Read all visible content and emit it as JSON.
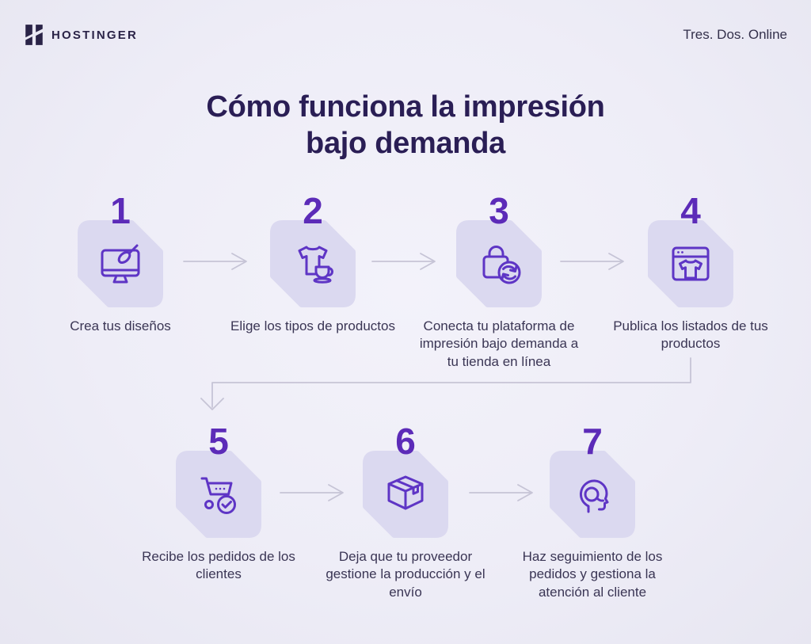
{
  "header": {
    "brand": "HOSTINGER",
    "tagline": "Tres. Dos. Online"
  },
  "title": {
    "line1": "Cómo funciona la impresión",
    "line2": "bajo demanda"
  },
  "steps": [
    {
      "number": "1",
      "label": "Crea tus diseños",
      "icon": "monitor-paintbrush"
    },
    {
      "number": "2",
      "label": "Elige los tipos de productos",
      "icon": "tshirt-mug"
    },
    {
      "number": "3",
      "label": "Conecta tu plataforma de impresión bajo demanda a tu tienda en línea",
      "icon": "shopping-bag-sync"
    },
    {
      "number": "4",
      "label": "Publica los listados de tus productos",
      "icon": "browser-tshirt"
    },
    {
      "number": "5",
      "label": "Recibe los pedidos de los clientes",
      "icon": "cart-check"
    },
    {
      "number": "6",
      "label": "Deja que tu proveedor gestione la producción y el envío",
      "icon": "package-box"
    },
    {
      "number": "7",
      "label": "Haz seguimiento de los pedidos y gestiona la atención al cliente",
      "icon": "headset-support"
    }
  ],
  "colors": {
    "background": "#eeedf7",
    "tile": "#dbd9f0",
    "icon_stroke": "#5e35c5",
    "number": "#5c2bb8",
    "title_text": "#2a1e55",
    "body_text": "#3a3554",
    "arrow": "#c6c4d6",
    "logo": "#2a2347"
  }
}
